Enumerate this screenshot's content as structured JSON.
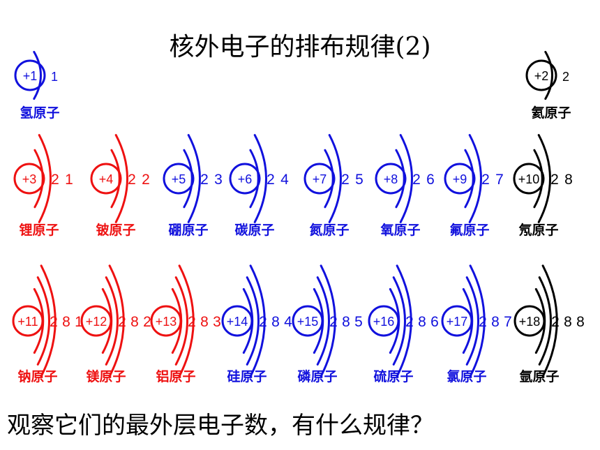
{
  "title": "核外电子的排布规律(2)",
  "question": "观察它们的最外层电子数，有什么规律？",
  "colors": {
    "red": "#ee1111",
    "blue": "#1111dd",
    "black": "#000000"
  },
  "atoms": [
    {
      "row": 0,
      "name": "氢原子",
      "nucleus": "+1",
      "shells": [
        "1"
      ],
      "color": "blue"
    },
    {
      "row": 0,
      "name": "氦原子",
      "nucleus": "+2",
      "shells": [
        "2"
      ],
      "color": "black"
    },
    {
      "row": 1,
      "name": "锂原子",
      "nucleus": "+3",
      "shells": [
        "2",
        "1"
      ],
      "color": "red"
    },
    {
      "row": 1,
      "name": "铍原子",
      "nucleus": "+4",
      "shells": [
        "2",
        "2"
      ],
      "color": "red"
    },
    {
      "row": 1,
      "name": "硼原子",
      "nucleus": "+5",
      "shells": [
        "2",
        "3"
      ],
      "color": "blue"
    },
    {
      "row": 1,
      "name": "碳原子",
      "nucleus": "+6",
      "shells": [
        "2",
        "4"
      ],
      "color": "blue"
    },
    {
      "row": 1,
      "name": "氮原子",
      "nucleus": "+7",
      "shells": [
        "2",
        "5"
      ],
      "color": "blue"
    },
    {
      "row": 1,
      "name": "氧原子",
      "nucleus": "+8",
      "shells": [
        "2",
        "6"
      ],
      "color": "blue"
    },
    {
      "row": 1,
      "name": "氟原子",
      "nucleus": "+9",
      "shells": [
        "2",
        "7"
      ],
      "color": "blue"
    },
    {
      "row": 1,
      "name": "氖原子",
      "nucleus": "+10",
      "shells": [
        "2",
        "8"
      ],
      "color": "black"
    },
    {
      "row": 2,
      "name": "钠原子",
      "nucleus": "+11",
      "shells": [
        "2",
        "8",
        "1"
      ],
      "color": "red"
    },
    {
      "row": 2,
      "name": "镁原子",
      "nucleus": "+12",
      "shells": [
        "2",
        "8",
        "2"
      ],
      "color": "red"
    },
    {
      "row": 2,
      "name": "铝原子",
      "nucleus": "+13",
      "shells": [
        "2",
        "8",
        "3"
      ],
      "color": "red"
    },
    {
      "row": 2,
      "name": "硅原子",
      "nucleus": "+14",
      "shells": [
        "2",
        "8",
        "4"
      ],
      "color": "blue"
    },
    {
      "row": 2,
      "name": "磷原子",
      "nucleus": "+15",
      "shells": [
        "2",
        "8",
        "5"
      ],
      "color": "blue"
    },
    {
      "row": 2,
      "name": "硫原子",
      "nucleus": "+16",
      "shells": [
        "2",
        "8",
        "6"
      ],
      "color": "blue"
    },
    {
      "row": 2,
      "name": "氯原子",
      "nucleus": "+17",
      "shells": [
        "2",
        "8",
        "7"
      ],
      "color": "blue"
    },
    {
      "row": 2,
      "name": "氩原子",
      "nucleus": "+18",
      "shells": [
        "2",
        "8",
        "8"
      ],
      "color": "black"
    }
  ]
}
